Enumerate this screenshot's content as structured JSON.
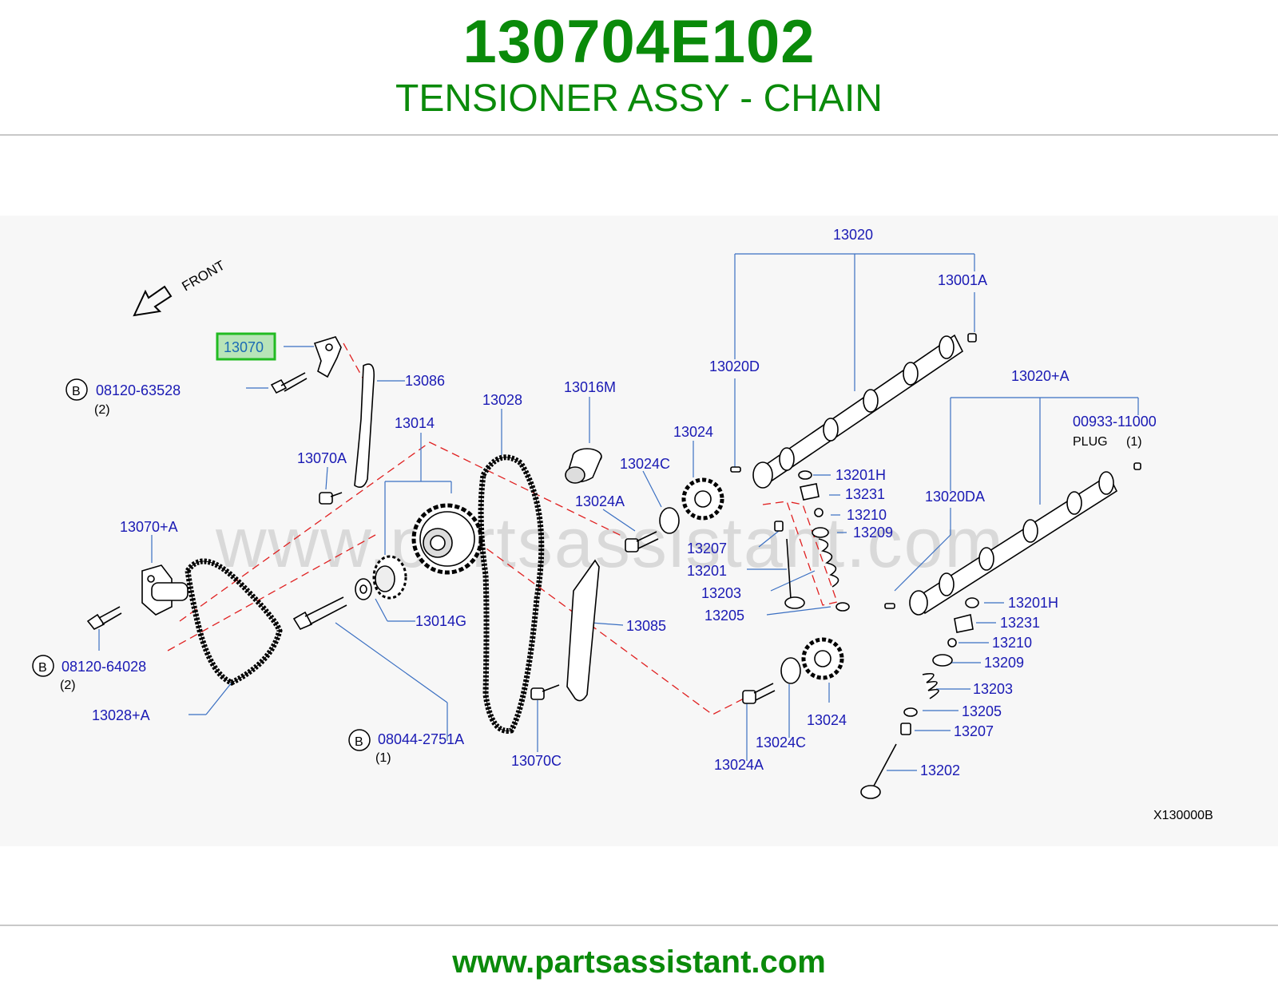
{
  "header": {
    "part_number": "130704E102",
    "part_name": "TENSIONER ASSY - CHAIN"
  },
  "watermark": "www.partsassistant.com",
  "diagram": {
    "front_label": "FRONT",
    "highlighted_part": "13070",
    "bolt_symbol": "B",
    "drawing_code": "X130000B",
    "plug_label": "PLUG",
    "callouts": {
      "c13070": "13070",
      "c08120_63528": "08120-63528",
      "q2a": "(2)",
      "c13086": "13086",
      "c13070A": "13070A",
      "c13014": "13014",
      "c13028": "13028",
      "c13016M": "13016M",
      "c13070pA": "13070+A",
      "c08120_64028": "08120-64028",
      "q2b": "(2)",
      "c13028pA": "13028+A",
      "c13014G": "13014G",
      "c08044": "08044-2751A",
      "q1a": "(1)",
      "c13070C": "13070C",
      "c13085": "13085",
      "c13024A_top": "13024A",
      "c13024C_top": "13024C",
      "c13024_top": "13024",
      "c13020": "13020",
      "c13001A": "13001A",
      "c13020D": "13020D",
      "c13020pA": "13020+A",
      "c00933": "00933-11000",
      "q1b": "(1)",
      "c13020DA": "13020DA",
      "c13201H_a": "13201H",
      "c13231_a": "13231",
      "c13210_a": "13210",
      "c13209_a": "13209",
      "c13207_a": "13207",
      "c13201": "13201",
      "c13203_a": "13203",
      "c13205_a": "13205",
      "c13201H_b": "13201H",
      "c13231_b": "13231",
      "c13210_b": "13210",
      "c13209_b": "13209",
      "c13203_b": "13203",
      "c13205_b": "13205",
      "c13207_b": "13207",
      "c13202": "13202",
      "c13024_bot": "13024",
      "c13024C_bot": "13024C",
      "c13024A_bot": "13024A"
    }
  },
  "footer": {
    "url": "www.partsassistant.com"
  },
  "colors": {
    "brand_green": "#0a8a0a",
    "callout_blue": "#1a1ab4",
    "highlight_green": "#22bb22",
    "highlight_fill": "#b8e4b8",
    "leader_blue": "#3a6fc2",
    "dashed_red": "#e02020"
  }
}
